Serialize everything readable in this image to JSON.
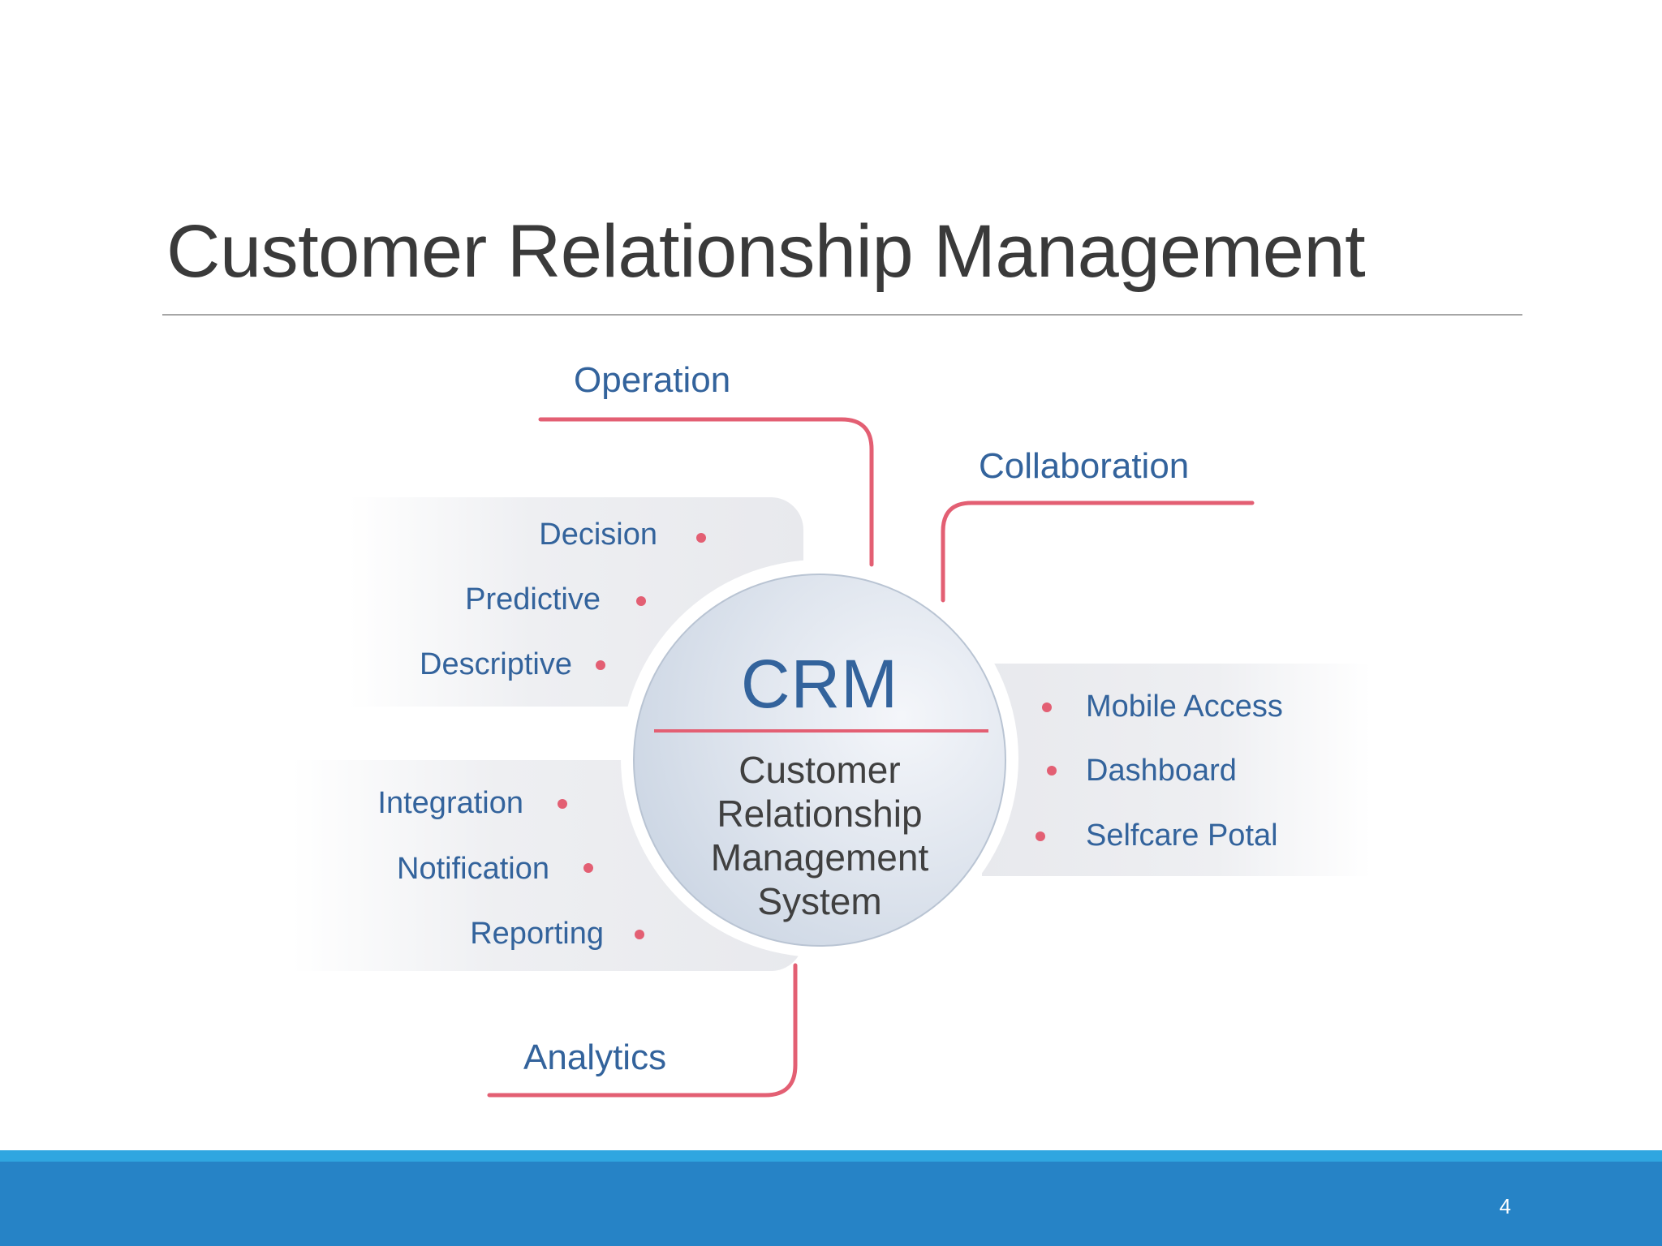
{
  "slide": {
    "title": "Customer Relationship Management",
    "page_number": "4"
  },
  "diagram": {
    "hub": {
      "abbreviation": "CRM",
      "name_lines": [
        "Customer",
        "Relationship",
        "Management",
        "System"
      ]
    },
    "categories": {
      "operation": "Operation",
      "collaboration": "Collaboration",
      "analytics": "Analytics"
    },
    "groups": {
      "top_left": [
        "Decision",
        "Predictive",
        "Descriptive"
      ],
      "bottom_left": [
        "Integration",
        "Notification",
        "Reporting"
      ],
      "right": [
        "Mobile Access",
        "Dashboard",
        "Selfcare Potal"
      ]
    }
  },
  "colors": {
    "accent_pink": "#e35f73",
    "text_blue": "#33639c",
    "footer_blue": "#2683c6",
    "footer_stripe": "#2fa6e0"
  }
}
